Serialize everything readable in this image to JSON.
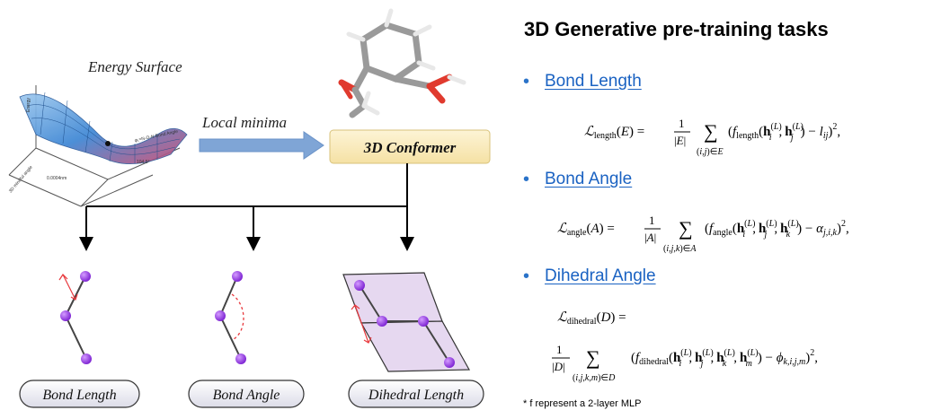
{
  "diagram": {
    "energy_surface_label": "Energy Surface",
    "arrow_label": "Local minima",
    "conformer_label": "3D Conformer",
    "surface_axis_labels": [
      "Energy",
      "φ₁=N-O-N Bond Angle",
      "3D mindful angle",
      "0.0004nm",
      "104.5°"
    ],
    "tasks": [
      "Bond Length",
      "Bond Angle",
      "Dihedral Length"
    ]
  },
  "panel": {
    "heading": "3D Generative pre-training tasks",
    "items": [
      {
        "label": "Bond Length",
        "formula_id": "length"
      },
      {
        "label": "Bond Angle",
        "formula_id": "angle"
      },
      {
        "label": "Dihedral Angle",
        "formula_id": "dihedral"
      }
    ],
    "footnote": "* f represent a 2-layer MLP"
  },
  "colors": {
    "link": "#1a62c2",
    "bullet": "#2b73c9",
    "atom": "#8a2be2",
    "conformer_box": "#fbeec4",
    "arrow_blue": "#7fa5d6",
    "plane_fill": "#e6d8f0"
  }
}
